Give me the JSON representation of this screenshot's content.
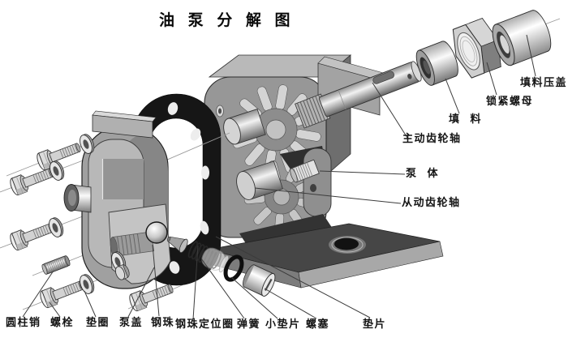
{
  "title": "油 泵 分 解 图",
  "parts": {
    "packing_gland": "填料压盖",
    "lock_nut": "锁紧螺母",
    "packing": "填  料",
    "drive_gear_shaft": "主动齿轮轴",
    "pump_body": "泵  体",
    "driven_gear_shaft": "从动齿轮轴",
    "cylindrical_pin": "圆柱销",
    "bolt": "螺栓",
    "washer": "垫圈",
    "pump_cover": "泵盖",
    "steel_ball": "钢珠",
    "ball_retainer_ring": "钢珠定位圈",
    "spring": "弹簧",
    "small_gasket": "小垫片",
    "screw_plug": "螺塞",
    "gasket": "垫片"
  },
  "colors": {
    "background": "#ffffff",
    "gasket_black": "#161616",
    "metal_light": "#ececec",
    "metal_mid": "#9a9a9a",
    "base_dark": "#464646",
    "leader_line": "#3c3c3c"
  }
}
